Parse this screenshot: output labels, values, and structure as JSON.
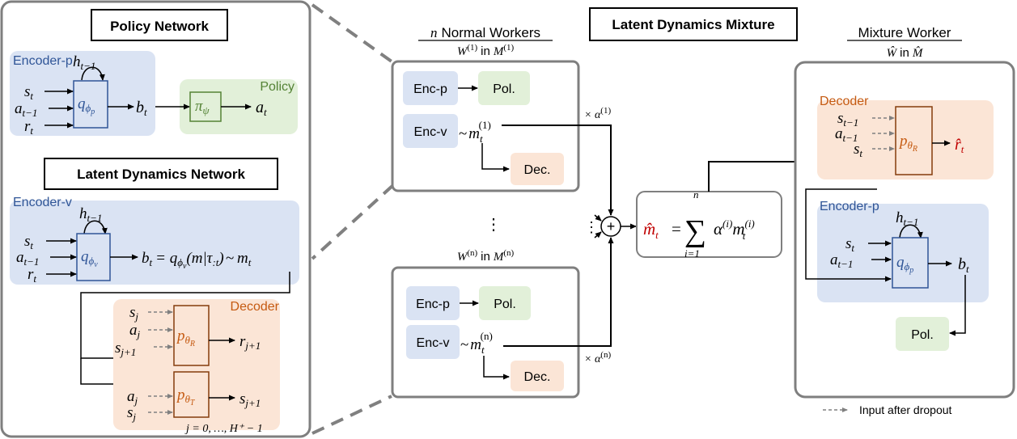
{
  "left_panel": {
    "policy_network_title": "Policy Network",
    "encoder_p_label": "Encoder-p",
    "policy_label": "Policy",
    "enc_p_inputs": [
      "s",
      "a",
      "r"
    ],
    "enc_p_input_subs": [
      "t",
      "t−1",
      "t"
    ],
    "hidden": "h",
    "hidden_sub": "t−1",
    "enc_p_q": "q",
    "enc_p_q_sub": "ϕ",
    "enc_p_q_subsub": "p",
    "belief": "b",
    "belief_sub": "t",
    "pi": "π",
    "pi_sub": "ψ",
    "action": "a",
    "action_sub": "t",
    "latent_dynamics_title": "Latent Dynamics Network",
    "encoder_v_label": "Encoder-v",
    "enc_v_q_subsub": "v",
    "belief_formula_eq": "= q",
    "belief_formula_tail": "(m|τ",
    "belief_formula_tau_sub": ":t",
    "belief_formula_close": ")",
    "tilde": "~",
    "m": "m",
    "m_sub": "t",
    "decoder_label": "Decoder",
    "dec_r_inputs": [
      "s",
      "a",
      "s"
    ],
    "dec_r_input_subs": [
      "j",
      "j",
      "j+1"
    ],
    "p": "p",
    "p_sub": "θ",
    "p_r_subsub": "R",
    "p_t_subsub": "T",
    "r_out": "r",
    "r_out_sub": "j+1",
    "dec_t_inputs": [
      "a",
      "s"
    ],
    "dec_t_input_subs": [
      "j",
      "j"
    ],
    "s_out": "s",
    "s_out_sub": "j+1",
    "horizon_note": "j = 0, …, H⁺ − 1"
  },
  "middle": {
    "title_n": "n",
    "title_rest": "Normal Workers",
    "w1": "W",
    "w1_sup": "(1)",
    "in_word": "in",
    "m1": "M",
    "m1_sup": "(1)",
    "enc_p": "Enc-p",
    "pol": "Pol.",
    "enc_v": "Enc-v",
    "dec": "Dec.",
    "m_latent": "m",
    "m_sub": "t",
    "m_sup_1": "(1)",
    "m_sup_n": "(n)",
    "tilde": "~",
    "times": "× α",
    "alpha_sup_1": "(1)",
    "alpha_sup_n": "(n)",
    "vdots": "⋮",
    "wn": "W",
    "wn_sup": "(n)",
    "mn": "M",
    "mn_sup": "(n)",
    "plus": "+"
  },
  "mixture_box": {
    "title": "Latent Dynamics Mixture",
    "m_hat": "m̂",
    "m_hat_sub": "t",
    "eq": "=",
    "sum": "∑",
    "sum_top": "n",
    "sum_bottom": "i=1",
    "alpha": "α",
    "alpha_sup": "(i)",
    "m": "m",
    "m_sup": "(i)",
    "m_sub": "t"
  },
  "right_panel": {
    "title": "Mixture Worker",
    "w_hat": "Ŵ",
    "in_word": "in",
    "m_hat": "M̂",
    "decoder_label": "Decoder",
    "dec_inputs": [
      "s",
      "a",
      "s"
    ],
    "dec_input_subs": [
      "t−1",
      "t−1",
      "t"
    ],
    "p": "p",
    "p_sub": "θ",
    "p_subsub": "R",
    "r_hat": "r̂",
    "r_hat_sub": "t",
    "encoder_p_label": "Encoder-p",
    "hidden": "h",
    "hidden_sub": "t−1",
    "enc_inputs": [
      "s",
      "a"
    ],
    "enc_input_subs": [
      "t",
      "t−1"
    ],
    "q": "q",
    "q_sub": "ϕ",
    "q_subsub": "p",
    "b": "b",
    "b_sub": "t",
    "pol": "Pol."
  },
  "legend": {
    "text": "Input after dropout"
  },
  "colors": {
    "blue_fill": "#dae3f3",
    "green_fill": "#e2f0d9",
    "orange_fill": "#fbe5d6",
    "blue_text": "#2f5597",
    "green_text": "#548235",
    "orange_text": "#c55a11",
    "red_text": "#c00000",
    "panel_border": "#7f7f7f"
  }
}
